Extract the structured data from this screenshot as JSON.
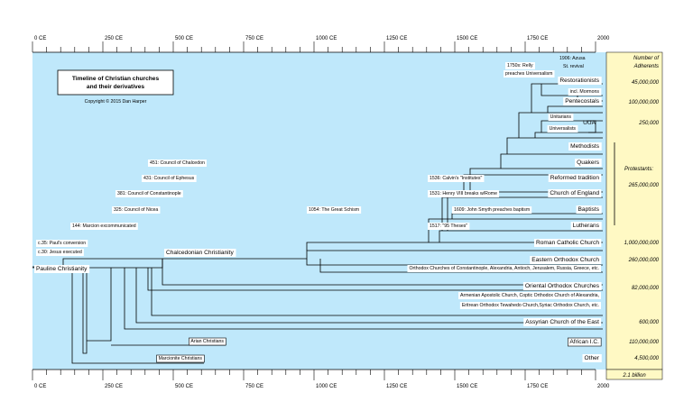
{
  "colors": {
    "timeline_bg": "#bfe8fb",
    "panel_bg": "#fff9c4",
    "line": "#000000",
    "label_bg": "#ffffff"
  },
  "axis": {
    "ticks": [
      {
        "label": "0 CE",
        "year": 0
      },
      {
        "label": "250 CE",
        "year": 250
      },
      {
        "label": "500 CE",
        "year": 500
      },
      {
        "label": "750 CE",
        "year": 750
      },
      {
        "label": "1000 CE",
        "year": 1000
      },
      {
        "label": "1250 CE",
        "year": 1250
      },
      {
        "label": "1500 CE",
        "year": 1500
      },
      {
        "label": "1750 CE",
        "year": 1750
      },
      {
        "label": "2000",
        "year": 2000
      }
    ],
    "minor_step": 50
  },
  "title": {
    "line1": "Timeline of Christian churches",
    "line2": "and their derivatives",
    "copyright": "Copyright © 2015 Dan Harper"
  },
  "adherents": {
    "header_line1": "Number of",
    "header_line2": "Adherents",
    "total": "2.1 billion",
    "protestants_label": "Protestants:",
    "values": [
      {
        "text": "45,000,000",
        "row": "restorationists"
      },
      {
        "text": "100,000,000",
        "row": "pentecostals"
      },
      {
        "text": "250,000",
        "row": "uua"
      },
      {
        "text": "265,000,000",
        "row": "protestants"
      },
      {
        "text": "1,000,000,000",
        "row": "roman-catholic"
      },
      {
        "text": "260,000,000",
        "row": "eastern-orthodox"
      },
      {
        "text": "82,000,000",
        "row": "oriental-orthodox"
      },
      {
        "text": "600,000",
        "row": "assyrian"
      },
      {
        "text": "110,000,000",
        "row": "african"
      },
      {
        "text": "4,500,000",
        "row": "other"
      }
    ]
  },
  "events": [
    {
      "id": "paul",
      "text": "c.35: Paul's conversion"
    },
    {
      "id": "jesus",
      "text": "c.30: Jesus executed"
    },
    {
      "id": "marcion",
      "text": "144: Marcion excommunicated"
    },
    {
      "id": "nicea",
      "text": "325: Council of Nicea"
    },
    {
      "id": "constantinople",
      "text": "381: Council of Constantinople"
    },
    {
      "id": "ephesus",
      "text": "431: Council of Ephesus"
    },
    {
      "id": "chalcedon",
      "text": "451: Council of Chalcedon"
    },
    {
      "id": "schism",
      "text": "1054: The Great Schism"
    },
    {
      "id": "theses",
      "text": "1517: \"95 Theses\""
    },
    {
      "id": "henry",
      "text": "1531: Henry VIII breaks w/Rome"
    },
    {
      "id": "calvin",
      "text": "1536: Calvin's \"Institutes\""
    },
    {
      "id": "smyth",
      "text": "1609: John Smyth preaches baptism"
    },
    {
      "id": "relly",
      "text": "1750s: Relly preaches Universalism"
    },
    {
      "id": "azusa",
      "text": "1906: Azusa St. revival"
    }
  ],
  "branches": [
    {
      "id": "pauline",
      "text": "Pauline Christianity"
    },
    {
      "id": "chalcedonian",
      "text": "Chalcedonian Christianity"
    },
    {
      "id": "restorationists",
      "text": "Restorationists"
    },
    {
      "id": "mormons",
      "text": "incl. Mormons"
    },
    {
      "id": "pentecostals",
      "text": "Pentecostals"
    },
    {
      "id": "unitarians",
      "text": "Unitarians"
    },
    {
      "id": "uua",
      "text": "UUA"
    },
    {
      "id": "universalists",
      "text": "Universalists"
    },
    {
      "id": "methodists",
      "text": "Methodists"
    },
    {
      "id": "quakers",
      "text": "Quakers"
    },
    {
      "id": "reformed",
      "text": "Reformed tradition"
    },
    {
      "id": "england",
      "text": "Church of England"
    },
    {
      "id": "baptists",
      "text": "Baptists"
    },
    {
      "id": "lutherans",
      "text": "Lutherans"
    },
    {
      "id": "roman-catholic",
      "text": "Roman Catholic Church"
    },
    {
      "id": "eastern-orthodox",
      "text": "Eastern Orthodox Church"
    },
    {
      "id": "orthodox-list",
      "text": "Orthodox Churches of Constantinople, Alexandria, Antioch, Jerusalem, Russia, Greece, etc."
    },
    {
      "id": "oriental-orthodox",
      "text": "Oriental Orthodox Churches"
    },
    {
      "id": "oriental-list1",
      "text": "Armenian Apostolic Church, Coptic Orthodox Church of Alexandria,"
    },
    {
      "id": "oriental-list2",
      "text": "Eritrean Orthodox Tewahedo Church,Syriac Orthodox Church, etc."
    },
    {
      "id": "assyrian",
      "text": "Assyrian Church of the East"
    },
    {
      "id": "african",
      "text": "African I.C."
    },
    {
      "id": "other",
      "text": "Other"
    },
    {
      "id": "arian",
      "text": "Arian Christians"
    },
    {
      "id": "marcionite",
      "text": "Marcionite Christians"
    }
  ]
}
